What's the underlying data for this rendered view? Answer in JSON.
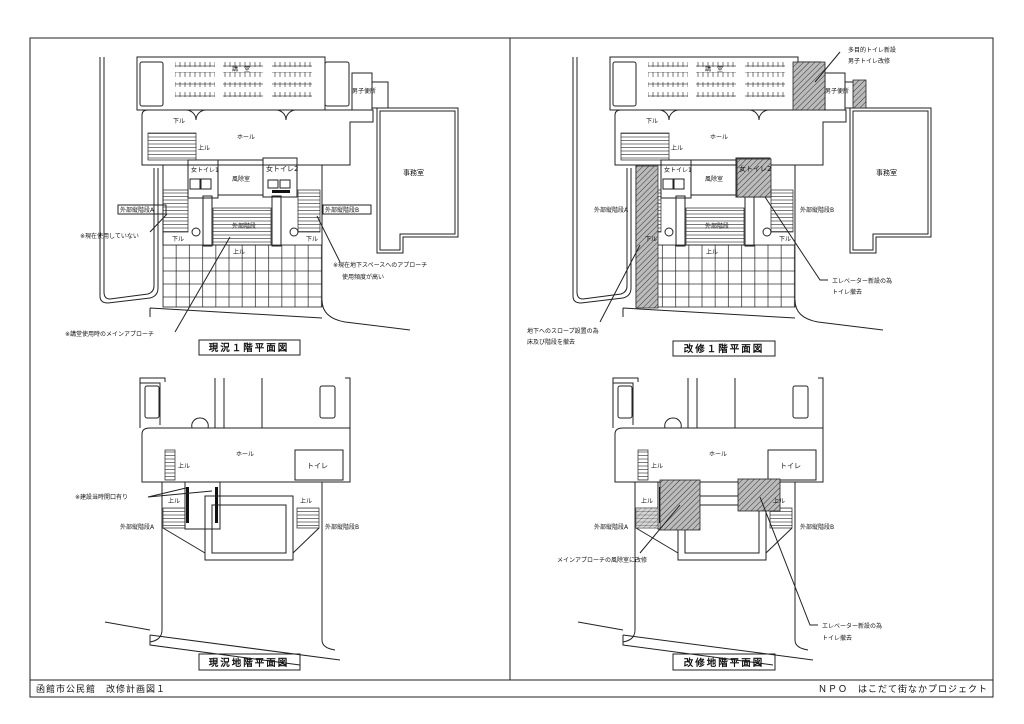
{
  "footer": {
    "left": "函館市公民館　改修計画図１",
    "right": "ＮＰＯ　はこだて街なかプロジェクト"
  },
  "plan_labels": {
    "auditorium": "講　堂",
    "mens_toilet": "男子便所",
    "down": "下ル",
    "up": "上ル",
    "hall": "ホール",
    "womens_toilet_1": "女トイレ1",
    "windbreak": "風除室",
    "womens_toilet_2": "女トイレ2",
    "office": "事務室",
    "ext_stair_a": "外部縦階段A",
    "ext_stair_b": "外部縦階段B",
    "ext_stair": "外部階段",
    "toilet": "トイレ"
  },
  "current_1f": {
    "title": "現況１階平面図",
    "note_unused": "※現在使用していない",
    "note_basement_1": "※現在地下スペースへのアプローチ",
    "note_basement_2": "使用頻度が高い",
    "note_main": "※講堂使用時のメインアプローチ"
  },
  "renovated_1f": {
    "title": "改修１階平面図",
    "note_toilet_1": "多目的トイレ新設",
    "note_toilet_2": "男子トイレ改修",
    "note_slope_1": "地下へのスロープ設置の為",
    "note_slope_2": "床及び階段を撤去",
    "note_elevator_1": "エレベーター新設の為",
    "note_elevator_2": "トイレ撤去"
  },
  "current_b1": {
    "title": "現況地階平面図",
    "note_opening": "※建設当時開口有り"
  },
  "renovated_b1": {
    "title": "改修地階平面図",
    "note_windbreak": "メインアプローチの風除室に改修",
    "note_elevator_1": "エレベーター新設の為",
    "note_elevator_2": "トイレ撤去"
  }
}
